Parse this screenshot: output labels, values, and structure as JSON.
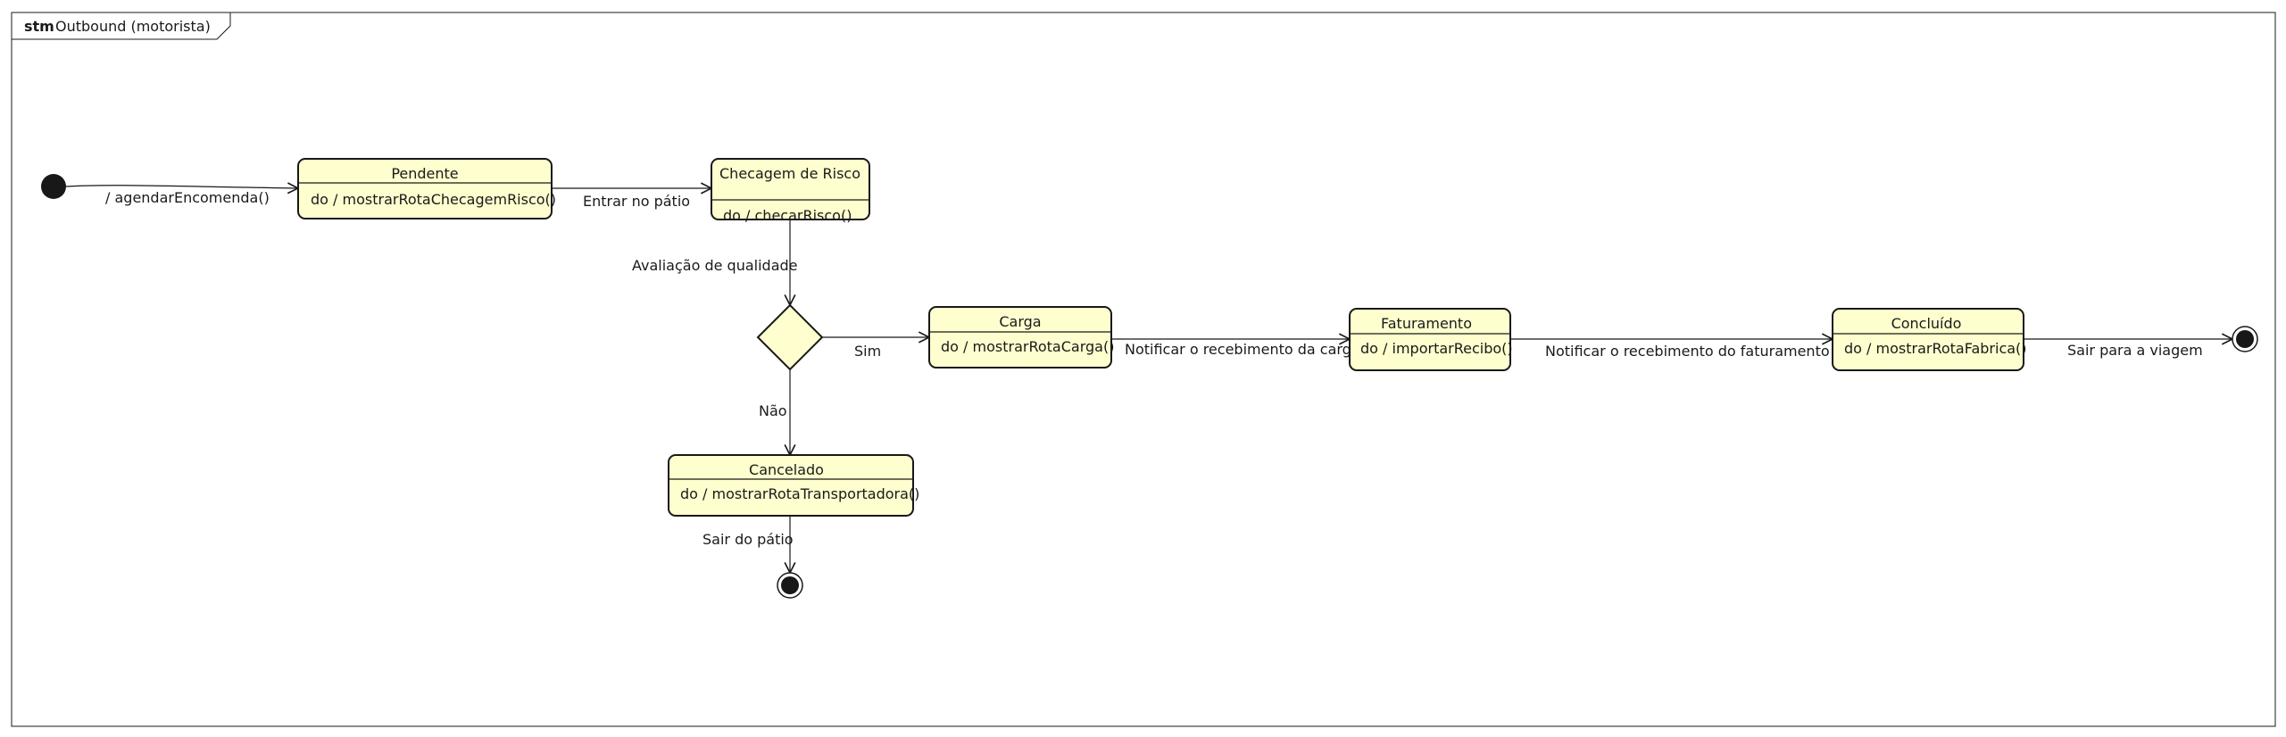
{
  "frame": {
    "keyword": "stm",
    "name": "Outbound (motorista)"
  },
  "states": {
    "pendente": {
      "name": "Pendente",
      "activity": "do / mostrarRotaChecagemRisco()"
    },
    "checagem": {
      "name": "Checagem de Risco",
      "activity": "do / checarRisco()"
    },
    "carga": {
      "name": "Carga",
      "activity": "do / mostrarRotaCarga()"
    },
    "faturamento": {
      "name": "Faturamento",
      "activity": "do / importarRecibo()"
    },
    "concluido": {
      "name": "Concluído",
      "activity": "do / mostrarRotaFabrica()"
    },
    "cancelado": {
      "name": "Cancelado",
      "activity": "do / mostrarRotaTransportadora()"
    }
  },
  "transitions": {
    "initial_to_pendente": "/ agendarEncomenda()",
    "pendente_to_checagem": "Entrar no pátio",
    "checagem_to_decision": "Avaliação de qualidade",
    "decision_to_carga": "Sim",
    "decision_to_cancelado": "Não",
    "carga_to_faturamento": "Notificar o recebimento da carga",
    "faturamento_to_concluido": "Notificar o recebimento do faturamento",
    "concluido_to_final": "Sair para a viagem",
    "cancelado_to_final": "Sair do pátio"
  },
  "colors": {
    "state_fill": "#fefece",
    "stroke": "#181818",
    "background": "#ffffff"
  }
}
